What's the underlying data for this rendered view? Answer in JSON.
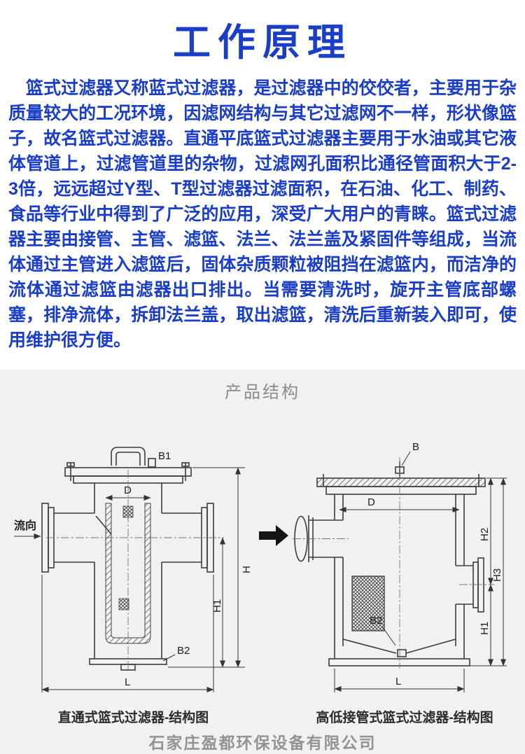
{
  "colors": {
    "accent_blue": "#1b3ec9",
    "section_bg": "#f1f1f1",
    "line_color": "#3c3c3c"
  },
  "header": {
    "title": "工作原理"
  },
  "intro": {
    "paragraph": "篮式过滤器又称蓝式过滤器，是过滤器中的佼佼者，主要用于杂质量较大的工况环境，因滤网结构与其它过滤网不一样，形状像篮子，故名篮式过滤器。直通平底篮式过滤器主要用于水油或其它液体管道上，过滤管道里的杂物，过滤网孔面积比通径管面积大于2-3倍，远远超过Y型、T型过滤器过滤面积，在石油、化工、制药、食品等行业中得到了广泛的应用，深受广大用户的青睐。篮式过滤器主要由接管、主管、滤篮、法兰、法兰盖及紧固件等组成，当流体通过主管进入滤篮后，固体杂质颗粒被阻挡在滤篮内，而洁净的流体通过滤篮由滤器出口排出。当需要清洗时，旋开主管底部螺塞，排净流体，拆卸法兰盖，取出滤篮，清洗后重新装入即可，使用维护很方便。"
  },
  "structure": {
    "heading": "产品结构",
    "left": {
      "caption": "直通式篮式过滤器-结构图",
      "labels": {
        "b1": "B1",
        "d": "D",
        "h": "H",
        "h1": "H1",
        "b2": "B2",
        "l": "L",
        "flow": "流向"
      }
    },
    "right": {
      "caption": "高低接管式篮式过滤器-结构图",
      "labels": {
        "b": "B",
        "d": "D",
        "h1": "H1",
        "h2": "H2",
        "h3": "H3",
        "b2": "B2",
        "l": "L"
      }
    }
  },
  "footer": {
    "watermark": "石家庄盈都环保设备有限公司"
  }
}
